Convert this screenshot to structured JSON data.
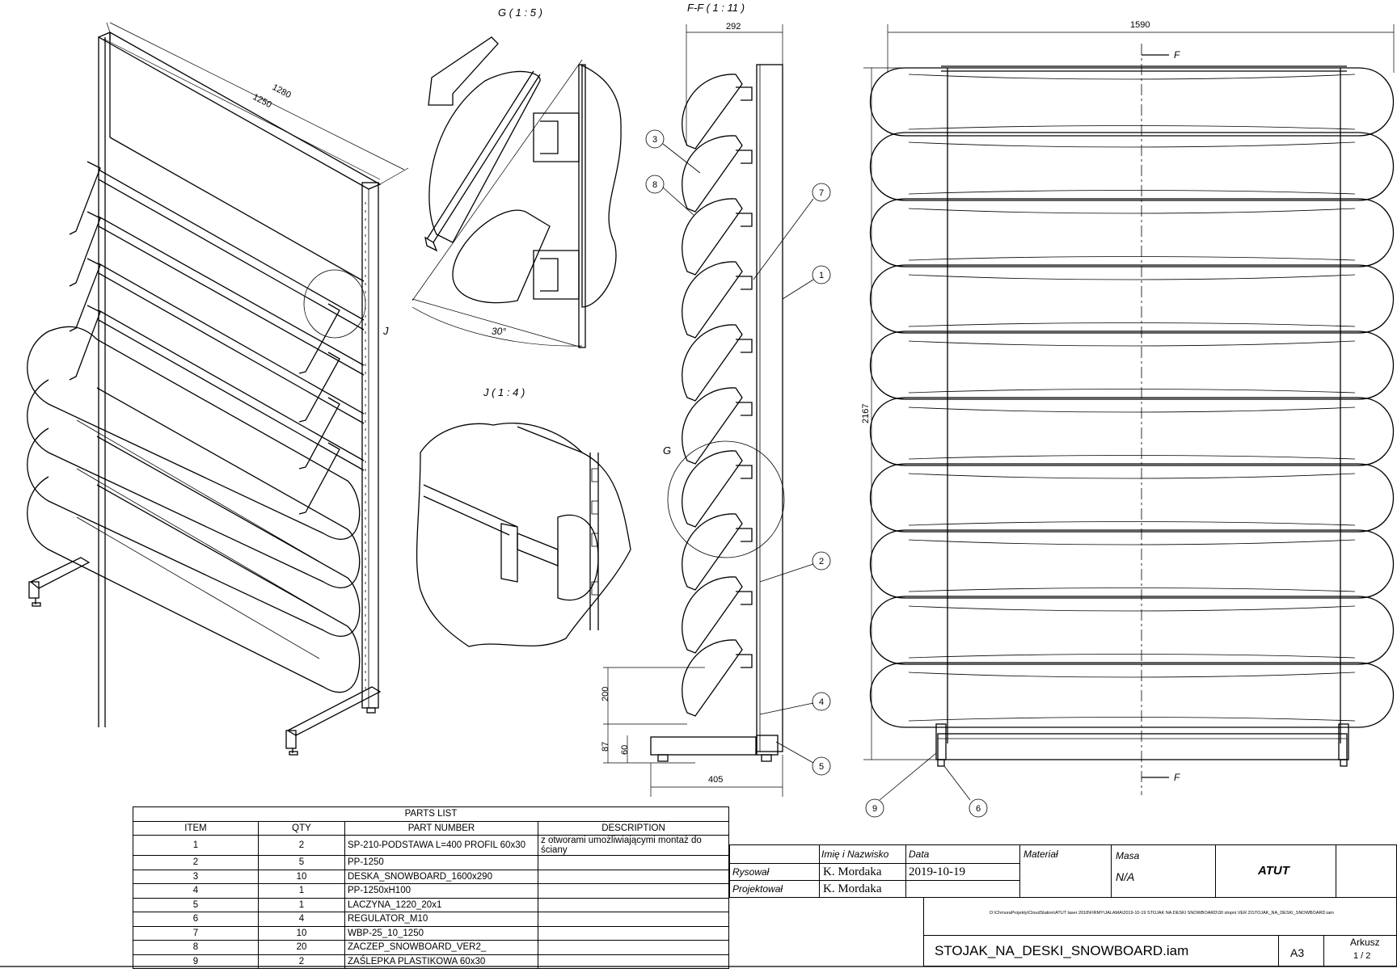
{
  "views": {
    "detail_g": "G ( 1 : 5 )",
    "section_ff": "F-F ( 1 : 11 )",
    "detail_j": "J ( 1 : 4 )",
    "marker_j": "J",
    "marker_g": "G",
    "marker_f_top": "F",
    "marker_f_bottom": "F"
  },
  "dimensions": {
    "iso_1280": "1280",
    "iso_1250": "1250",
    "angle_30": "30°",
    "ff_292": "292",
    "ff_200": "200",
    "ff_87": "87",
    "ff_60": "60",
    "ff_405": "405",
    "front_1590": "1590",
    "front_2167": "2167"
  },
  "balloons": {
    "b3": "3",
    "b8": "8",
    "b7": "7",
    "b1": "1",
    "b2": "2",
    "b4": "4",
    "b5": "5",
    "b9": "9",
    "b6": "6"
  },
  "parts_list": {
    "title": "PARTS LIST",
    "headers": [
      "ITEM",
      "QTY",
      "PART NUMBER",
      "DESCRIPTION"
    ],
    "rows": [
      [
        "1",
        "2",
        "SP-210-PODSTAWA L=400 PROFIL 60x30",
        "z otworami umożliwiającymi montaż do ściany"
      ],
      [
        "2",
        "5",
        "PP-1250",
        ""
      ],
      [
        "3",
        "10",
        "DESKA_SNOWBOARD_1600x290",
        ""
      ],
      [
        "4",
        "1",
        "PP-1250xH100",
        ""
      ],
      [
        "5",
        "1",
        "LACZYNA_1220_20x1",
        ""
      ],
      [
        "6",
        "4",
        "REGULATOR_M10",
        ""
      ],
      [
        "7",
        "10",
        "WBP-25_10_1250",
        ""
      ],
      [
        "8",
        "20",
        "ZACZEP_SNOWBOARD_VER2_",
        ""
      ],
      [
        "9",
        "2",
        "ZAŚLEPKA PLASTIKOWA 60x30",
        ""
      ]
    ]
  },
  "title_block": {
    "imie_label": "Imię i Nazwisko",
    "data_label": "Data",
    "material_label": "Materiał",
    "masa_label": "Masa",
    "masa_value": "N/A",
    "company": "ATUT",
    "rysowal_label": "Rysował",
    "rysowal_name": "K. Mordaka",
    "date": "2019-10-19",
    "projektowal_label": "Projektował",
    "projektowal_name": "K. Mordaka",
    "path": "D:\\ChmuraProjekty\\CloudStation\\ATUT laser 2018\\FIRMY\\JALAMA\\2019-10-19 STOJAK NA DESKI SNOWBOARD\\30 stopni VER 2\\STOJAK_NA_DESKI_SNOWBOARD.iam",
    "filename": "STOJAK_NA_DESKI_SNOWBOARD.iam",
    "format": "A3",
    "arkusz_label": "Arkusz",
    "arkusz_value": "1 / 2"
  }
}
